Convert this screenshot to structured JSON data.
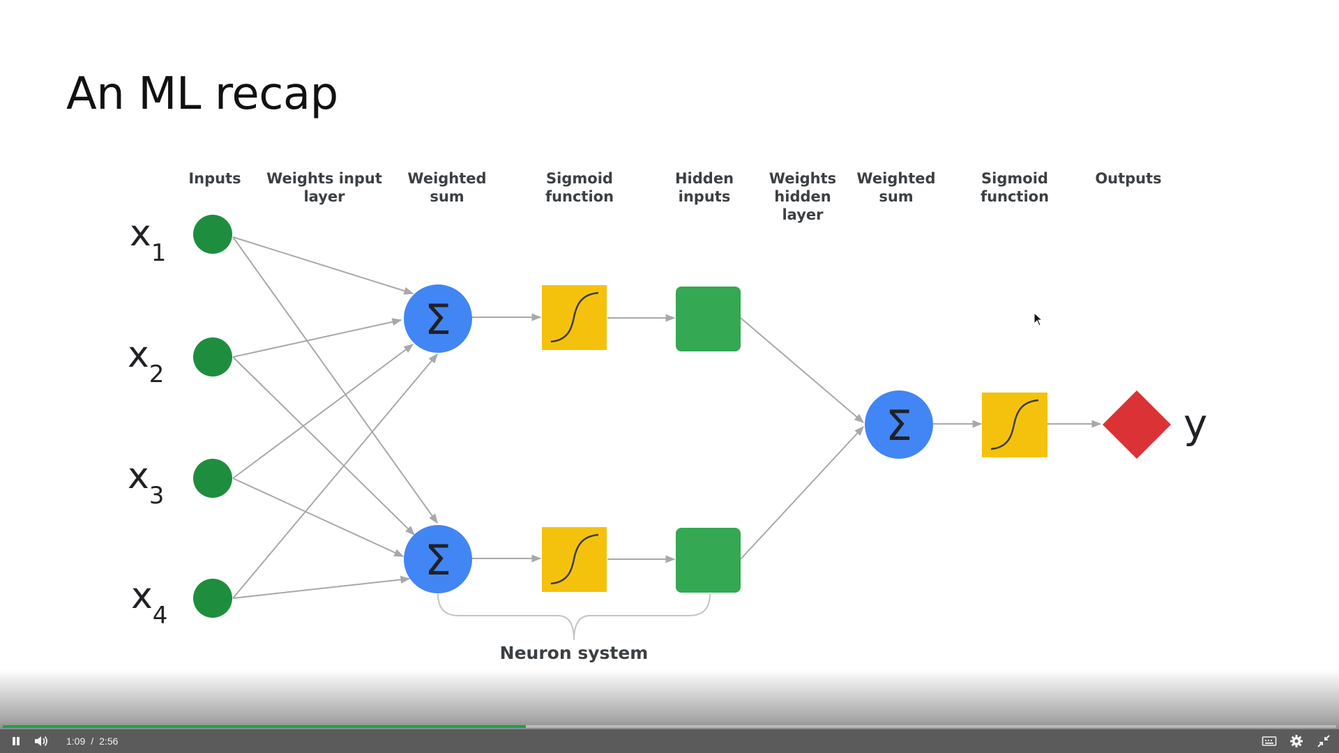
{
  "slide": {
    "title": "An ML recap",
    "columns": {
      "inputs": "Inputs",
      "weights_input_1": "Weights input",
      "weights_input_2": "layer",
      "weighted_sum_a_1": "Weighted",
      "weighted_sum_a_2": "sum",
      "sigmoid_a_1": "Sigmoid",
      "sigmoid_a_2": "function",
      "hidden_inputs_1": "Hidden",
      "hidden_inputs_2": "inputs",
      "weights_hidden_1": "Weights",
      "weights_hidden_2": "hidden",
      "weights_hidden_3": "layer",
      "weighted_sum_b_1": "Weighted",
      "weighted_sum_b_2": "sum",
      "sigmoid_b_1": "Sigmoid",
      "sigmoid_b_2": "function",
      "outputs": "Outputs"
    },
    "inputs": [
      {
        "base": "x",
        "sub": "1"
      },
      {
        "base": "x",
        "sub": "2"
      },
      {
        "base": "x",
        "sub": "3"
      },
      {
        "base": "x",
        "sub": "4"
      }
    ],
    "sigma_symbol": "Σ",
    "output_label": "y",
    "brace_label": "Neuron system",
    "colors": {
      "input_node": "#1e8e3e",
      "sum_node": "#4285f4",
      "sigmoid": "#f4c20d",
      "hidden": "#34a853",
      "output": "#db3236",
      "edge": "#a8a8a8"
    }
  },
  "player": {
    "current_time": "1:09",
    "separator": "/",
    "duration": "2:56",
    "progress": 0.392,
    "progress_color": "#1aa34a",
    "icons": [
      "pause-icon",
      "volume-icon",
      "captions-icon",
      "settings-icon",
      "exit-fullscreen-icon"
    ]
  }
}
